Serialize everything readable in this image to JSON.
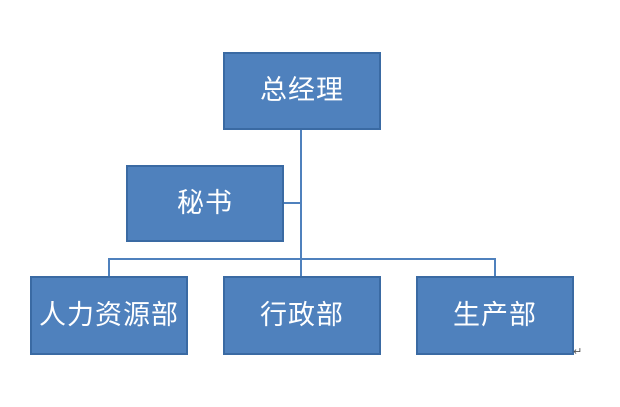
{
  "org_chart": {
    "root": {
      "label": "总经理"
    },
    "assistant": {
      "label": "秘书"
    },
    "departments": [
      {
        "label": "人力资源部"
      },
      {
        "label": "行政部"
      },
      {
        "label": "生产部"
      }
    ]
  },
  "colors": {
    "box_fill": "#4f81bd",
    "box_border": "#3a6aa3",
    "connector": "#4f81bd",
    "text": "#ffffff"
  },
  "paragraph_mark": "↵"
}
